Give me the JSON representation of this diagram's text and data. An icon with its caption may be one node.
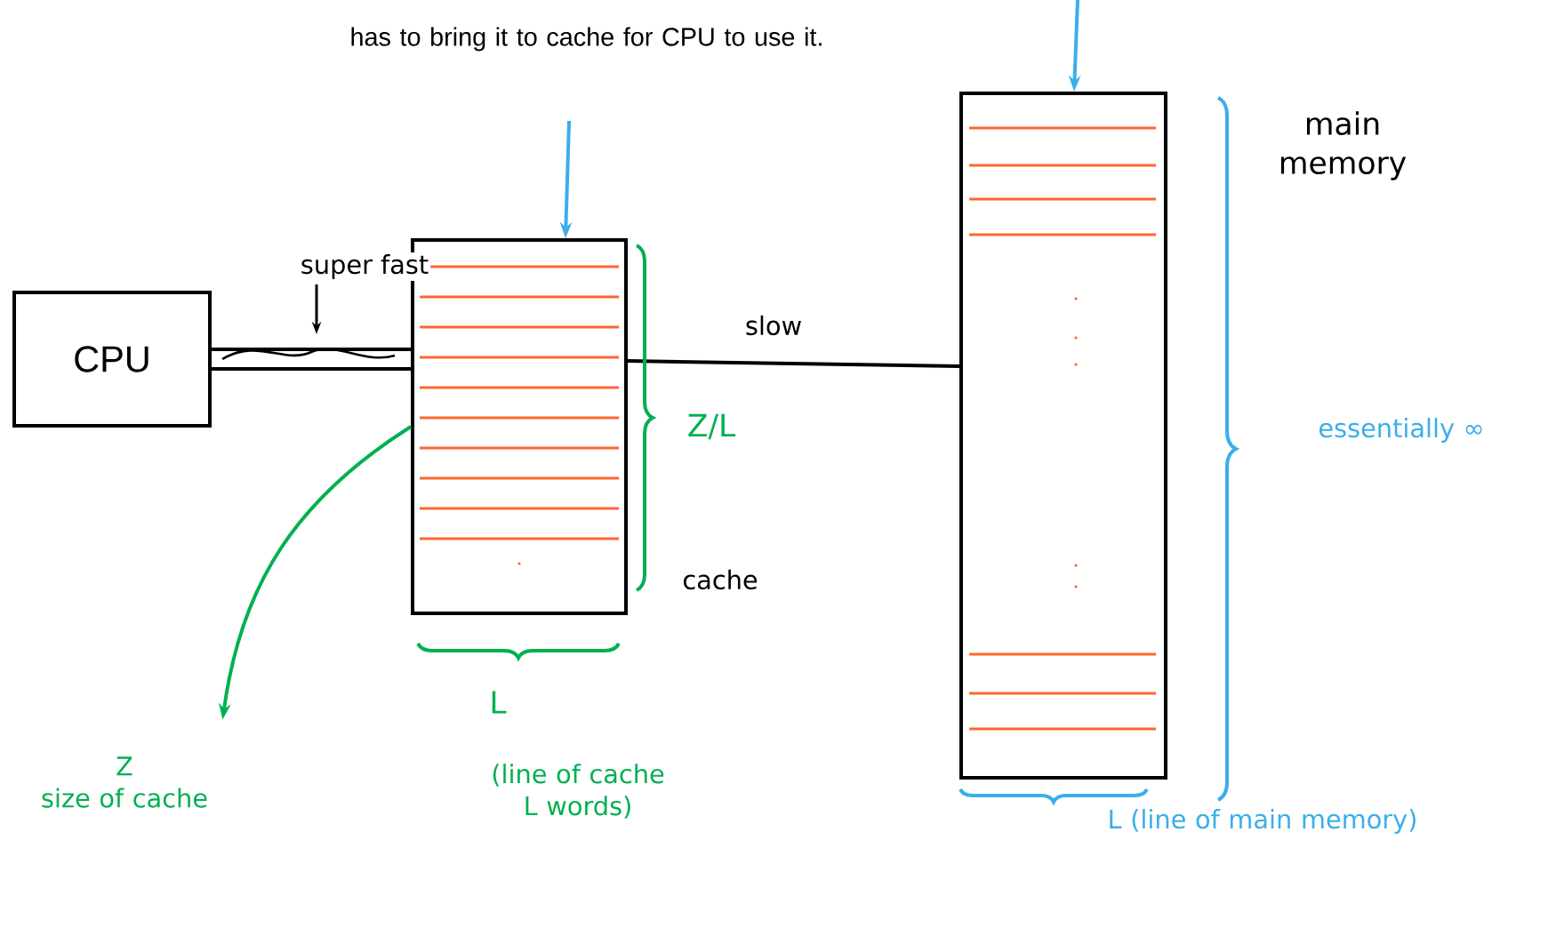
{
  "diagram": {
    "nodes": [
      {
        "text": [
          "CPU"
        ]
      },
      {
        "text": [],
        "shape": "box"
      },
      {
        "text": [],
        "shape": "box"
      },
      {
        "text": [
          "Z",
          "size of cache"
        ]
      }
    ],
    "edges": [
      {
        "from": 0,
        "to": 1,
        "arrow": "none",
        "label": "super fast",
        "style": "thick"
      },
      {
        "from": 1,
        "to": 2,
        "arrow": "none",
        "label": "slow"
      },
      {
        "from": null,
        "to": 1,
        "arrow": "to",
        "color": "#3baeea"
      },
      {
        "from": null,
        "to": 2,
        "arrow": "to",
        "color": "#3baeea"
      },
      {
        "from": 1,
        "to": 3,
        "arrow": "to",
        "color": "#00b050"
      }
    ],
    "labels": [
      "has to bring it to cache for CPU to use it.",
      "main memory",
      "Z/L",
      "cache",
      "essentially ∞",
      "L",
      "(line of cache L words)",
      "L (line of main memory)"
    ]
  }
}
